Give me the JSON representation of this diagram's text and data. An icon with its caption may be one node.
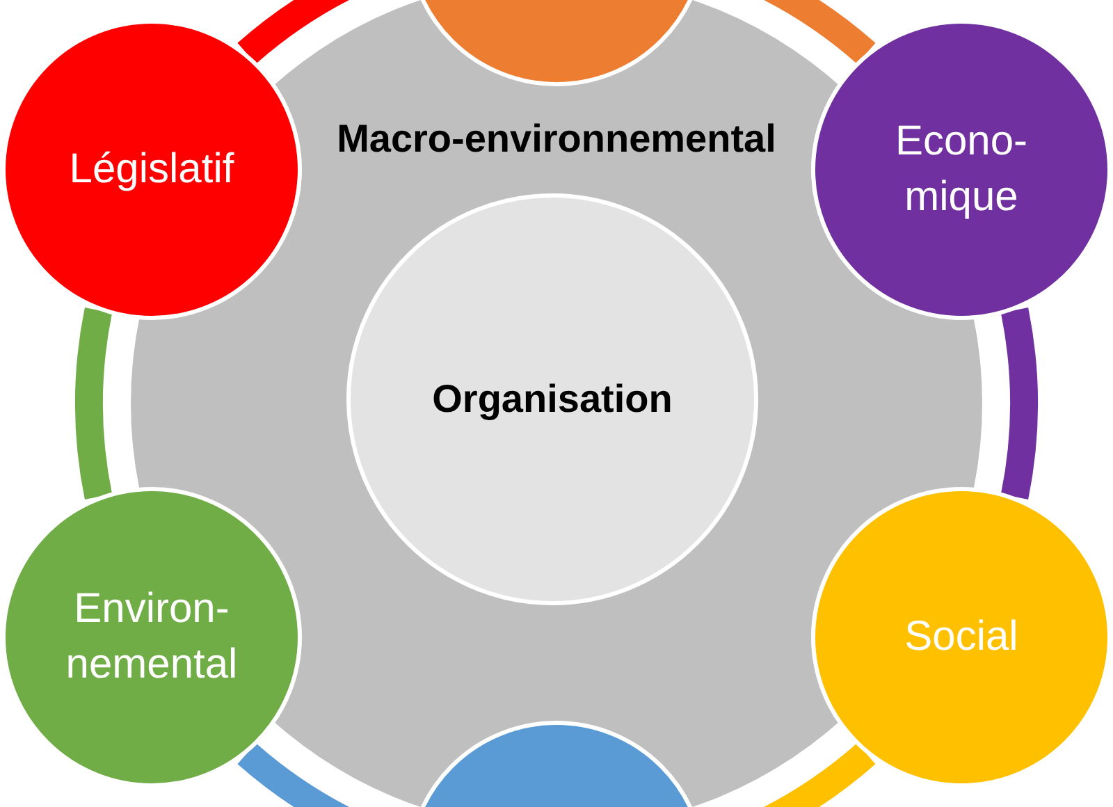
{
  "diagram": {
    "nodes": [
      {
        "text": [],
        "shape": "circle"
      },
      {
        "text": [
          "Législatif"
        ]
      },
      {
        "text": [
          "Macro-environnemental"
        ]
      },
      {
        "text": [
          "Econo- mique"
        ]
      },
      {
        "text": [
          "Organisation"
        ],
        "in": 2
      },
      {
        "text": [
          "Environ- nemental"
        ]
      },
      {
        "text": [
          "Social"
        ]
      },
      {
        "text": [],
        "shape": "circle"
      }
    ],
    "edges": [
      {
        "from": 1,
        "to": 0,
        "arrow": "none",
        "color": "#ff0000"
      },
      {
        "from": 0,
        "to": 3,
        "arrow": "none",
        "color": "#ed7d31"
      },
      {
        "from": 3,
        "to": 6,
        "arrow": "none",
        "color": "#7030a0"
      },
      {
        "from": 6,
        "to": 7,
        "arrow": "none",
        "color": "#ffc000"
      },
      {
        "from": 7,
        "to": 5,
        "arrow": "none",
        "color": "#5b9bd5"
      },
      {
        "from": 5,
        "to": 1,
        "arrow": "none",
        "color": "#70ad47"
      }
    ]
  }
}
